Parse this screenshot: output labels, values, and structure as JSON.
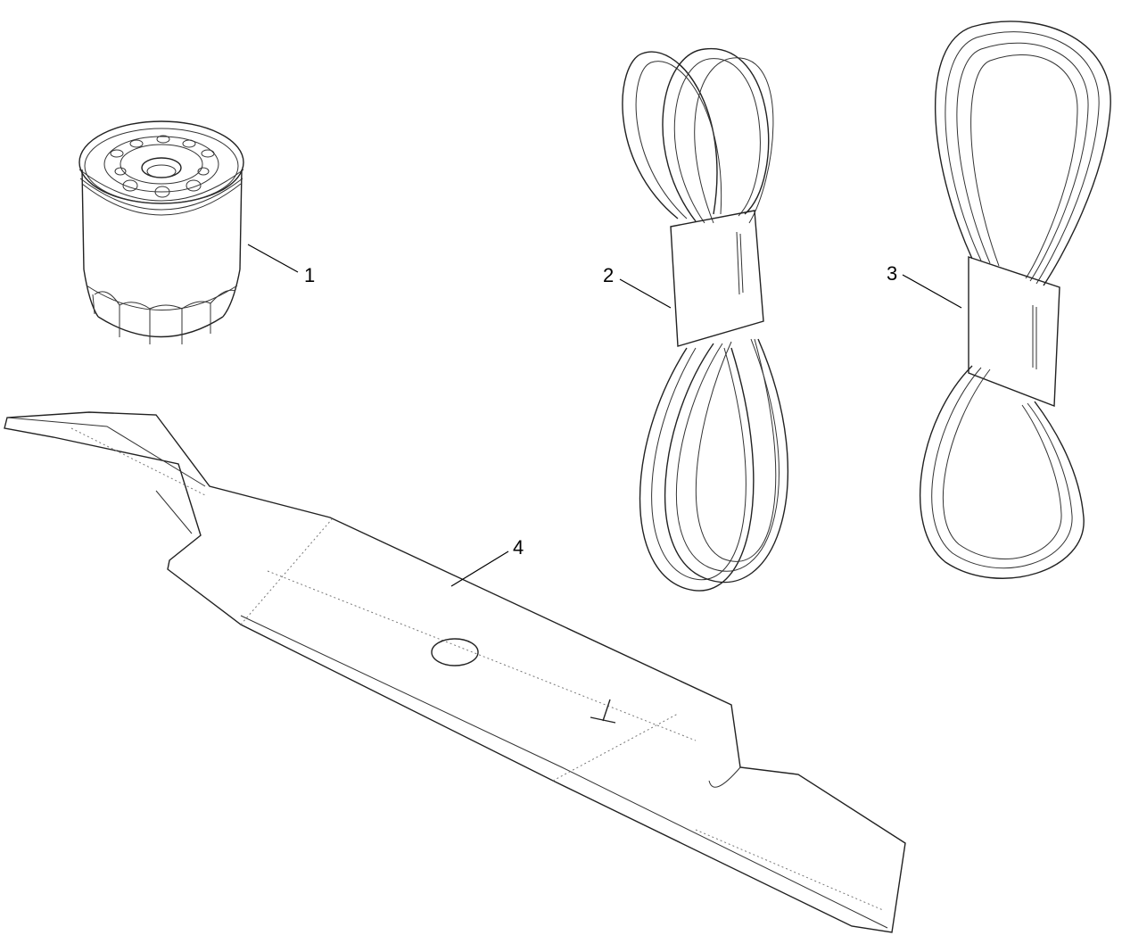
{
  "diagram": {
    "type": "exploded parts illustration",
    "background": "#ffffff",
    "line_color": "#222222",
    "callouts": [
      {
        "id": 1,
        "label": "1",
        "part": "oil-filter"
      },
      {
        "id": 2,
        "label": "2",
        "part": "belt"
      },
      {
        "id": 3,
        "label": "3",
        "part": "belt"
      },
      {
        "id": 4,
        "label": "4",
        "part": "mower-blade"
      }
    ]
  }
}
